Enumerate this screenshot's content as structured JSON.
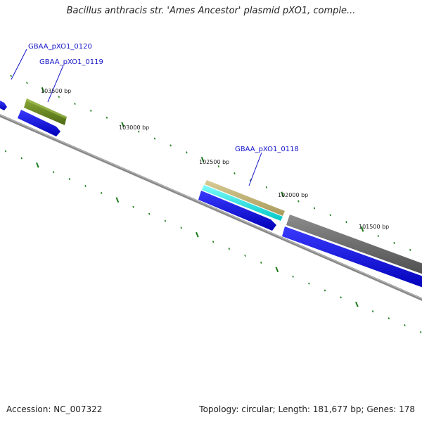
{
  "title": "Bacillus anthracis str. 'Ames Ancestor' plasmid pXO1, comple...",
  "genes": [
    {
      "label": "GBAA_pXO1_0120"
    },
    {
      "label": "GBAA_pXO1_0119"
    },
    {
      "label": "GBAA_pXO1_0118"
    }
  ],
  "bp_labels": [
    "103500 bp",
    "103000 bp",
    "102500 bp",
    "102000 bp",
    "101500 bp"
  ],
  "footer": {
    "accession": "Accession: NC_007322",
    "summary": "Topology: circular; Length: 181,677 bp; Genes: 178"
  },
  "colors": {
    "cds": "#0b0bdc",
    "gene_olive": "#6b8a22",
    "gene_khaki": "#c4b77a",
    "gene_cyan": "#14e8e8",
    "gene_grey": "#707070",
    "backbone": "#8a8a8a",
    "tick": "#1a7a1a",
    "label": "#1414c8"
  }
}
